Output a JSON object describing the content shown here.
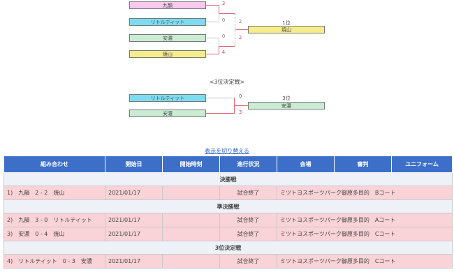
{
  "bracket": {
    "semi_teams": [
      "九韻",
      "リトルティット",
      "安濃",
      "焼山"
    ],
    "semi_scores": [
      "3",
      "0",
      "0",
      "4"
    ],
    "final_scores": [
      "2",
      "2"
    ],
    "champion_rank": "1位",
    "champion_team": "焼山",
    "third_place_title": "<3位決定戦>",
    "third_teams": [
      "リトルティット",
      "安濃"
    ],
    "third_scores": [
      "0",
      "3"
    ],
    "third_rank": "3位",
    "third_team": "安濃"
  },
  "toggle_label": "表示を切り替える",
  "table": {
    "headers": [
      "組み合わせ",
      "開始日",
      "開始時刻",
      "進行状況",
      "会場",
      "審判",
      "ユニフォーム"
    ],
    "groups": [
      {
        "title": "決勝戦",
        "rows": [
          {
            "match": "1)　九韻　2 - 2　焼山",
            "date": "2021/01/17",
            "time": "",
            "status": "試合終了",
            "venue": "ミツトヨスポーツパーク御原多目的　Bコート",
            "referee": "",
            "uniform": ""
          }
        ]
      },
      {
        "title": "準決勝戦",
        "rows": [
          {
            "match": "2)　九韻　3 - 0　リトルティット",
            "date": "2021/01/17",
            "time": "",
            "status": "試合終了",
            "venue": "ミツトヨスポーツパーク御原多目的　Aコート",
            "referee": "",
            "uniform": ""
          },
          {
            "match": "3)　安濃　0 - 4　焼山",
            "date": "2021/01/17",
            "time": "",
            "status": "試合終了",
            "venue": "ミツトヨスポーツパーク御原多目的　Cコート",
            "referee": "",
            "uniform": ""
          }
        ]
      },
      {
        "title": "3位決定戦",
        "rows": [
          {
            "match": "4)　リトルティット　0 - 3　安濃",
            "date": "2021/01/17",
            "time": "",
            "status": "試合終了",
            "venue": "ミツトヨスポーツパーク御原多目的　Cコート",
            "referee": "",
            "uniform": ""
          }
        ]
      }
    ]
  },
  "colors": {
    "header_bg": "#3d6fc9",
    "row_bg": "#f9d3d7",
    "winner_line": "#e0636d",
    "link": "#2d63c8"
  }
}
